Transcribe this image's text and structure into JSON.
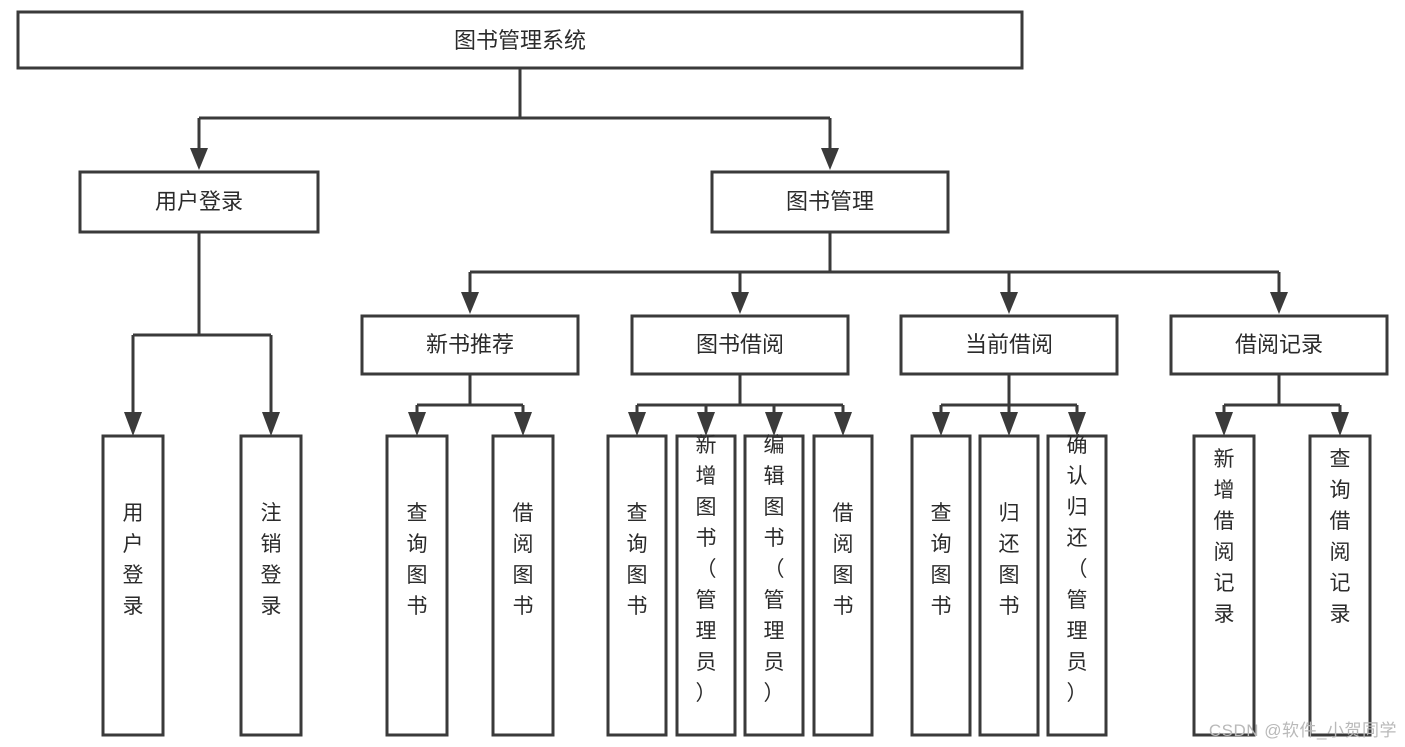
{
  "diagram": {
    "title": "图书管理系统",
    "type": "tree-hierarchy-diagram",
    "colors": {
      "stroke": "#3a3a3a",
      "box_fill": "#ffffff",
      "text": "#2b2b2b",
      "watermark": "#b9b9b9",
      "background": "#ffffff"
    },
    "root": {
      "label": "图书管理系统"
    },
    "level2": [
      {
        "label": "用户登录"
      },
      {
        "label": "图书管理"
      }
    ],
    "level3": [
      {
        "label": "新书推荐"
      },
      {
        "label": "图书借阅"
      },
      {
        "label": "当前借阅"
      },
      {
        "label": "借阅记录"
      }
    ],
    "leaves": {
      "user_login": [
        {
          "label": "用户登录"
        },
        {
          "label": "注销登录"
        }
      ],
      "new_book_recommend": [
        {
          "label": "查询图书"
        },
        {
          "label": "借阅图书"
        }
      ],
      "book_borrow": [
        {
          "label": "查询图书"
        },
        {
          "label": "新增图书（管理员）"
        },
        {
          "label": "编辑图书（管理员）"
        },
        {
          "label": "借阅图书"
        }
      ],
      "current_borrow": [
        {
          "label": "查询图书"
        },
        {
          "label": "归还图书"
        },
        {
          "label": "确认归还（管理员）"
        }
      ],
      "borrow_record": [
        {
          "label": "新增借阅记录"
        },
        {
          "label": "查询借阅记录"
        }
      ]
    }
  },
  "watermark": {
    "text": "CSDN @软件_小贺同学"
  }
}
